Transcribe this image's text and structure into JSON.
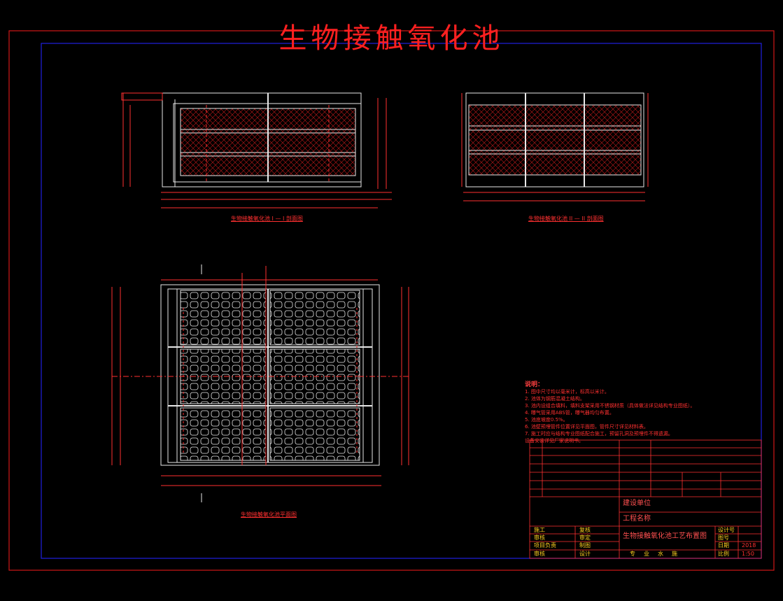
{
  "drawing": {
    "title": "生物接触氧化池",
    "captions": {
      "section_1": "生物接触氧化池 I — I 剖面图",
      "section_2": "生物接触氧化池 II — II 剖面图",
      "plan": "生物接触氧化池平面图"
    },
    "notes": {
      "heading": "说明：",
      "items": [
        "1. 图中尺寸均以毫米计，标高以米计。",
        "2. 池体为钢筋混凝土结构。",
        "3. 池内设组合填料，填料支架采用不锈钢材质（具体做法详见结构专业图纸）。",
        "4. 曝气管采用ABS管，曝气器均匀布置。",
        "5. 池底坡度0.5%。",
        "6. 池壁预埋管件位置详见平面图，管件尺寸详见材料表。",
        "7. 施工时应与结构专业图纸配合施工，预留孔洞及预埋件不得遗漏。",
        "   设备安装详见厂家说明书。"
      ]
    },
    "title_block": {
      "construction_unit_label": "建设单位",
      "project_name_label": "工程名称",
      "drawing_name": "生物接触氧化池工艺布置图",
      "left_labels": [
        "施工",
        "审核",
        "项目负责",
        "审核"
      ],
      "mid_labels": [
        "复核",
        "审定",
        "制图",
        "设计"
      ],
      "right_labels": [
        "设计号",
        "图号",
        "日期",
        "比例"
      ],
      "right_values": [
        "",
        "",
        "2018",
        "1:50"
      ],
      "bottom_labels": [
        "专",
        "业",
        "水",
        "施"
      ]
    }
  }
}
